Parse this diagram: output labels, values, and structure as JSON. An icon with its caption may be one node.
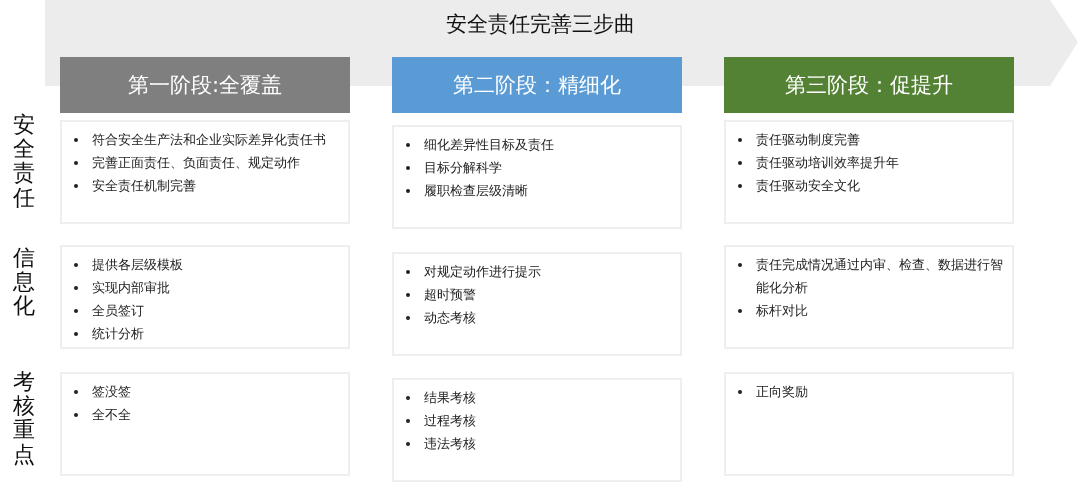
{
  "diagram": {
    "title": "安全责任完善三步曲",
    "nodes": [
      {
        "text": [
          "第一阶段:全覆盖"
        ]
      },
      {
        "text": [
          "第二阶段：精细化"
        ]
      },
      {
        "text": [
          "第三阶段：促提升"
        ]
      },
      {
        "text": [
          "符合安全生产法和企业实际差异化责任书",
          "完善正面责任、负面责任、规定动作",
          "安全责任机制完善"
        ]
      },
      {
        "text": [
          "细化差异性目标及责任",
          "目标分解科学",
          "履职检查层级清晰"
        ]
      },
      {
        "text": [
          "责任驱动制度完善",
          "责任驱动培训效率提升年",
          "责任驱动安全文化"
        ]
      },
      {
        "text": [
          "提供各层级模板",
          "实现内部审批",
          "全员签订",
          "统计分析"
        ]
      },
      {
        "text": [
          "对规定动作进行提示",
          "超时预警",
          "动态考核"
        ]
      },
      {
        "text": [
          "责任完成情况通过内审、检查、数据进行智能化分析",
          "标杆对比"
        ]
      },
      {
        "text": [
          "签没签",
          "全不全"
        ]
      },
      {
        "text": [
          "结果考核",
          "过程考核",
          "违法考核"
        ]
      },
      {
        "text": [
          "正向奖励"
        ]
      }
    ],
    "labels": [
      "安全责任",
      "信息化",
      "考核重点"
    ]
  }
}
